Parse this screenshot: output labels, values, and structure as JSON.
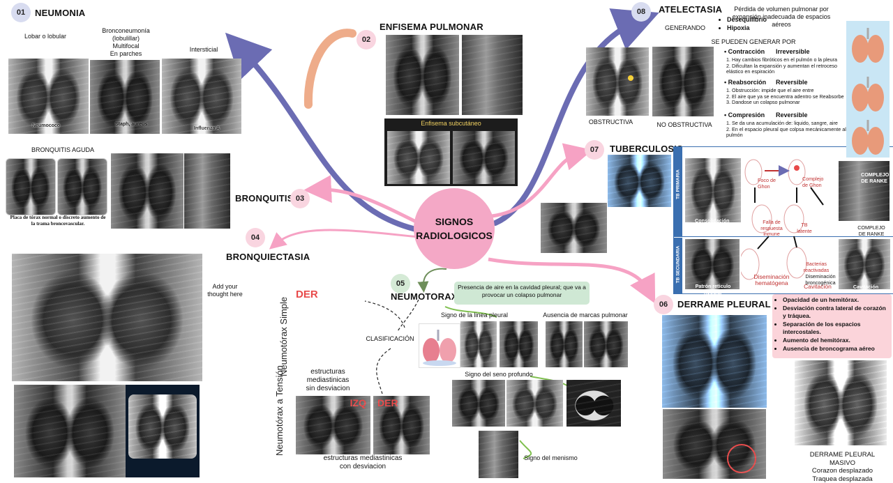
{
  "center": {
    "line1": "SIGNOS",
    "line2": "RADIOLOGICOS"
  },
  "neumonia": {
    "num": "01",
    "title": "NEUMONIA",
    "types": {
      "lobar": "Lobar o lobular",
      "bronco1": "Bronconeumonía",
      "bronco2": "(lobulillar)",
      "bronco3": "Multifocal",
      "bronco4": "En parches",
      "inter": "Intersticial"
    },
    "captions": {
      "neumococo": "Neumococo",
      "staph": "Staph, aureus",
      "influenza": "Influenza A"
    }
  },
  "bronquitis_aguda": {
    "title": "BRONQUITIS AGUDA",
    "note": "Placa de tórax normal o discreto aumento de la trama broncovascular."
  },
  "enfisema": {
    "num": "02",
    "title": "ENFISEMA PULMONAR",
    "sub": "Enfisema subcutáneo"
  },
  "bronquitis": {
    "num": "03",
    "title": "BRONQUITIS"
  },
  "bronquiectasia": {
    "num": "04",
    "title": "BRONQUIECTASIA",
    "note1": "Add your",
    "note2": "thought here"
  },
  "neumotorax": {
    "num": "05",
    "title": "NEUMOTORAX",
    "definition": "Presencia de aire en la cavidad pleural; que va a provocar un colapso pulmonar",
    "linea_pleural": "Signo de la linea pleural",
    "ausencia": "Ausencia de marcas pulmonar",
    "seno": "Signo del seno profundo",
    "menisco": "Signo del menismo",
    "clasificacion": "CLASIFICACIÓN",
    "simple": "Neumotórax Simple",
    "tension": "Neumotórax a Tensión",
    "der": "DER",
    "izq": "IZQ",
    "sin_desv1": "estructuras",
    "sin_desv2": "mediastinicas",
    "sin_desv3": "sin desviacion",
    "con_desv1": "estructuras mediastinicas",
    "con_desv2": "con desviacion"
  },
  "derrame": {
    "num": "06",
    "title": "DERRAME PLEURAL",
    "bullets": [
      "Opacidad de un hemitórax.",
      "Desviación contra lateral de corazón y tráquea.",
      "Separación de los espacios intercostales.",
      "Aumento del hemitórax.",
      "Ausencia de broncograma aéreo"
    ],
    "masivo1": "DERRAME PLEURAL",
    "masivo2": "MASIVO",
    "masivo3": "Corazon desplazado",
    "masivo4": "Traquea desplazada"
  },
  "tuberculosis": {
    "num": "07",
    "title": "TUBERCULOSIS",
    "primaria": "TB PRIMARIA",
    "secundaria": "TB SECUNDARIA",
    "consolidacion": "Consolidación",
    "ranke": "COMPLEJO DE RANKE",
    "ranke2": "COMPLEJO DE RANKE",
    "foco": "Foco de Ghon",
    "complejo_ghon": "Complejo de Ghon",
    "falla": "Falla de respuesta inmune",
    "latente": "TB latente",
    "nodular": "Patrón reticulo nodular",
    "diseminacion": "Diseminación hematógena",
    "cavitacion": "Cavitación",
    "reactivadas": "Bacterias reactivadas",
    "bronco": "Diseminación broncogénica"
  },
  "atelectasia": {
    "num": "08",
    "title": "ATELECTASIA",
    "definition": "Pérdida de volumen pulmonar por expansión inadecuada de espacios aéreos",
    "generando": "GENERANDO",
    "g1": "Desequilibrio",
    "g2": "Hipoxia",
    "obstructiva": "OBSTRUCTIVA",
    "no_obstructiva": "NO OBSTRUCTIVA",
    "generar": "SE PUEDEN GENERAR POR",
    "types": [
      {
        "name": "Contracción",
        "kind": "Irreversible",
        "items": [
          "Hay cambios fibróticos en el pulmón o la pleura",
          "Dificultan la expansión y aumentan el retroceso elástico en espiración"
        ]
      },
      {
        "name": "Reabsorción",
        "kind": "Reversible",
        "items": [
          "Obstrucción: impide que el aire entre",
          "El aire que ya se encuentra adentro se Reabsorbe",
          "Dandose un colapso pulmonar"
        ]
      },
      {
        "name": "Compresión",
        "kind": "Reversible",
        "items": [
          "Se da una acumulación de: liquido, sangre, aire",
          "En el espacio pleural que colpsa mecánicamente al pulmón"
        ]
      }
    ]
  },
  "colors": {
    "purple": "#6b6cb3",
    "pink": "#f6a2c4",
    "peach": "#eeac8a",
    "green": "#6e8e5a",
    "badge_blue": "#d8dcf0",
    "badge_pink": "#f9d5e0",
    "badge_green": "#d5ead6",
    "red": "#e84a4a",
    "def_box": "#cfe8d4",
    "derrame_box": "#fbd4da"
  }
}
